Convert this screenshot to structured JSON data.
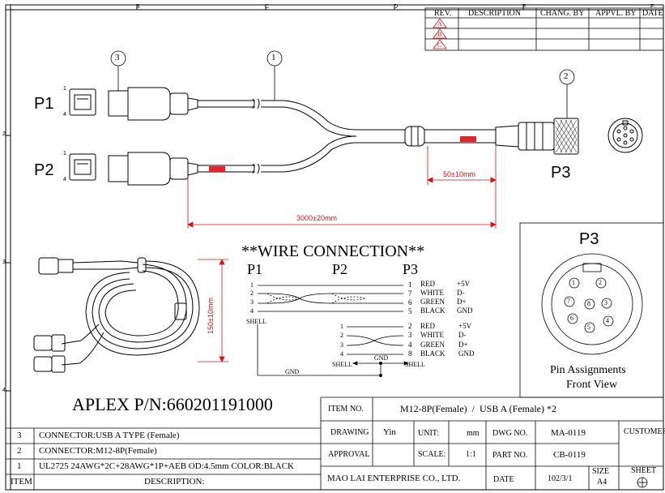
{
  "grid": {
    "cols": [
      "B",
      "C",
      "D",
      "E",
      "F"
    ],
    "rows": [
      "2",
      "3",
      "4"
    ]
  },
  "revision_table": {
    "headers": [
      "REV.",
      "DESCRIPTION",
      "CHANG. BY",
      "APPVL. BY",
      "DATE"
    ],
    "revs": [
      "A",
      "B",
      "C"
    ]
  },
  "callouts": {
    "c1": "1",
    "c2": "2",
    "c3": "3"
  },
  "labels": {
    "p1": "P1",
    "p2": "P2",
    "p3": "P3",
    "pin1": "1",
    "pin4": "4",
    "pin1b": "1",
    "pin4b": "4"
  },
  "dimensions": {
    "tail": "50±10mm",
    "length": "3000±20mm",
    "coil": "150±10mm"
  },
  "wire_connection": {
    "title": "**WIRE CONNECTION**",
    "p1": "P1",
    "p2": "P2",
    "p3": "P3",
    "left_pins_top": [
      "1",
      "2",
      "3",
      "4"
    ],
    "left_shell_top": "SHELL",
    "p3_pins_top": [
      "1",
      "7",
      "6",
      "5"
    ],
    "colors_top": [
      "RED",
      "WHITE",
      "GREEN",
      "BLACK"
    ],
    "signals_top": [
      "+5V",
      "D-",
      "D+",
      "GND"
    ],
    "left_pins_bottom": [
      "1",
      "2",
      "3",
      "4"
    ],
    "p3_pins_bottom": [
      "2",
      "3",
      "4",
      "8"
    ],
    "colors_bottom": [
      "RED",
      "WHITE",
      "GREEN",
      "BLACK"
    ],
    "signals_bottom": [
      "+5V",
      "D-",
      "D+",
      "GND"
    ],
    "gnd_left": "GND",
    "gnd_mid": "GND",
    "shell_left": "SHELL",
    "shell_right": "SHELL"
  },
  "pin_panel": {
    "title": "P3",
    "pins": [
      "1",
      "2",
      "3",
      "4",
      "5",
      "6",
      "7",
      "8"
    ],
    "caption1": "Pin Assignments",
    "caption2": "Front View"
  },
  "part_number": "APLEX P/N:660201191000",
  "bom": {
    "rows": [
      {
        "no": "3",
        "desc": "CONNECTOR:USB A TYPE (Female)"
      },
      {
        "no": "2",
        "desc": "CONNECTOR:M12-8P(Female)"
      },
      {
        "no": "1",
        "desc": "UL2725 24AWG*2C+28AWG*1P+AEB OD:4.5mm COLOR:BLACK"
      }
    ],
    "footer_item": "ITEM",
    "footer_desc": "DESCRIPTION:"
  },
  "title_block": {
    "item_no_label": "ITEM NO.",
    "item_no_value": "M12-8P(Female)  /  USB A (Female) *2",
    "drawing_label": "DRAWING",
    "drawing_value": "Yin",
    "unit_label": "UNIT:",
    "unit_value": "mm",
    "dwg_label": "DWG NO.",
    "dwg_value": "MA-0119",
    "customer_label": "CUSTOMER",
    "approval_label": "APPROVAL",
    "scale_label": "SCALE:",
    "scale_value": "1:1",
    "part_label": "PART NO.",
    "part_value": "CB-0119",
    "company": "MAO LAI ENTERPRISE CO., LTD.",
    "date_label": "DATE",
    "date_value": "102/3/1",
    "size_label": "SIZE",
    "size_value": "A4",
    "sheet_label": "SHEET"
  },
  "colors": {
    "accent_red": "#e8232a",
    "line": "#000000"
  }
}
